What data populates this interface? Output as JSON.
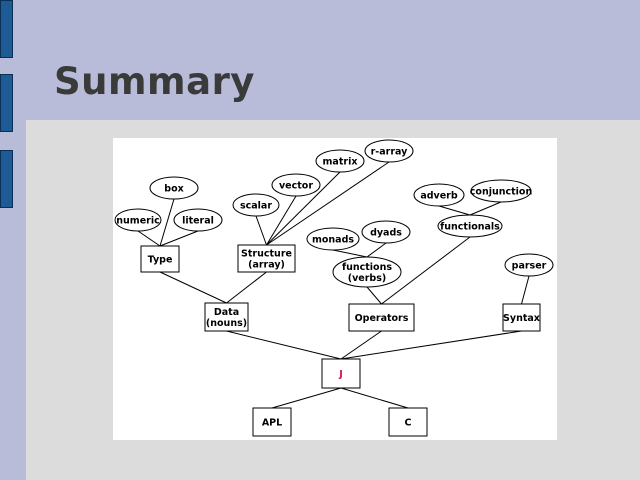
{
  "slide": {
    "title": "Summary"
  },
  "diagram": {
    "nodes": {
      "box": [
        "box"
      ],
      "numeric": [
        "numeric"
      ],
      "literal": [
        "literal"
      ],
      "scalar": [
        "scalar"
      ],
      "vector": [
        "vector"
      ],
      "matrix": [
        "matrix"
      ],
      "rarray": [
        "r-array"
      ],
      "adverb": [
        "adverb"
      ],
      "conjunction": [
        "conjunction"
      ],
      "functionals": [
        "functionals"
      ],
      "monads": [
        "monads"
      ],
      "dyads": [
        "dyads"
      ],
      "functions": [
        "functions",
        "(verbs)"
      ],
      "parser": [
        "parser"
      ],
      "type": [
        "Type"
      ],
      "structure": [
        "Structure",
        "(array)"
      ],
      "data": [
        "Data",
        "(nouns)"
      ],
      "operators": [
        "Operators"
      ],
      "syntax": [
        "Syntax"
      ],
      "j": [
        "J"
      ],
      "apl": [
        "APL"
      ],
      "c": [
        "C"
      ]
    },
    "edges": [
      [
        "box",
        "type"
      ],
      [
        "numeric",
        "type"
      ],
      [
        "literal",
        "type"
      ],
      [
        "scalar",
        "structure"
      ],
      [
        "vector",
        "structure"
      ],
      [
        "matrix",
        "structure"
      ],
      [
        "rarray",
        "structure"
      ],
      [
        "adverb",
        "functionals"
      ],
      [
        "conjunction",
        "functionals"
      ],
      [
        "monads",
        "functions"
      ],
      [
        "dyads",
        "functions"
      ],
      [
        "functionals",
        "operators"
      ],
      [
        "functions",
        "operators"
      ],
      [
        "parser",
        "syntax"
      ],
      [
        "type",
        "data"
      ],
      [
        "structure",
        "data"
      ],
      [
        "data",
        "j"
      ],
      [
        "operators",
        "j"
      ],
      [
        "syntax",
        "j"
      ],
      [
        "j",
        "apl"
      ],
      [
        "j",
        "c"
      ]
    ]
  }
}
